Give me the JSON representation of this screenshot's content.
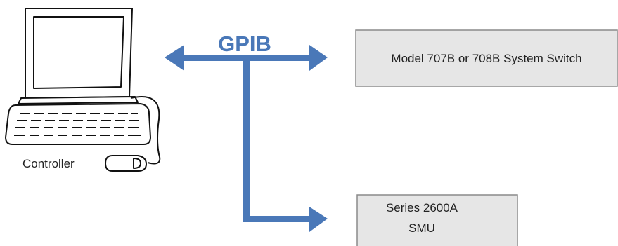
{
  "bus": {
    "label": "GPIB",
    "color": "#4a78b8"
  },
  "computer": {
    "label": "Controller",
    "icon": "desktop-computer-icon"
  },
  "devices": [
    {
      "label": "Model 707B or 708B System Switch"
    },
    {
      "label_lines": [
        "Series 2600A",
        "SMU"
      ]
    }
  ],
  "box_fill": "#e6e6e6",
  "box_stroke": "#8a8a8a"
}
